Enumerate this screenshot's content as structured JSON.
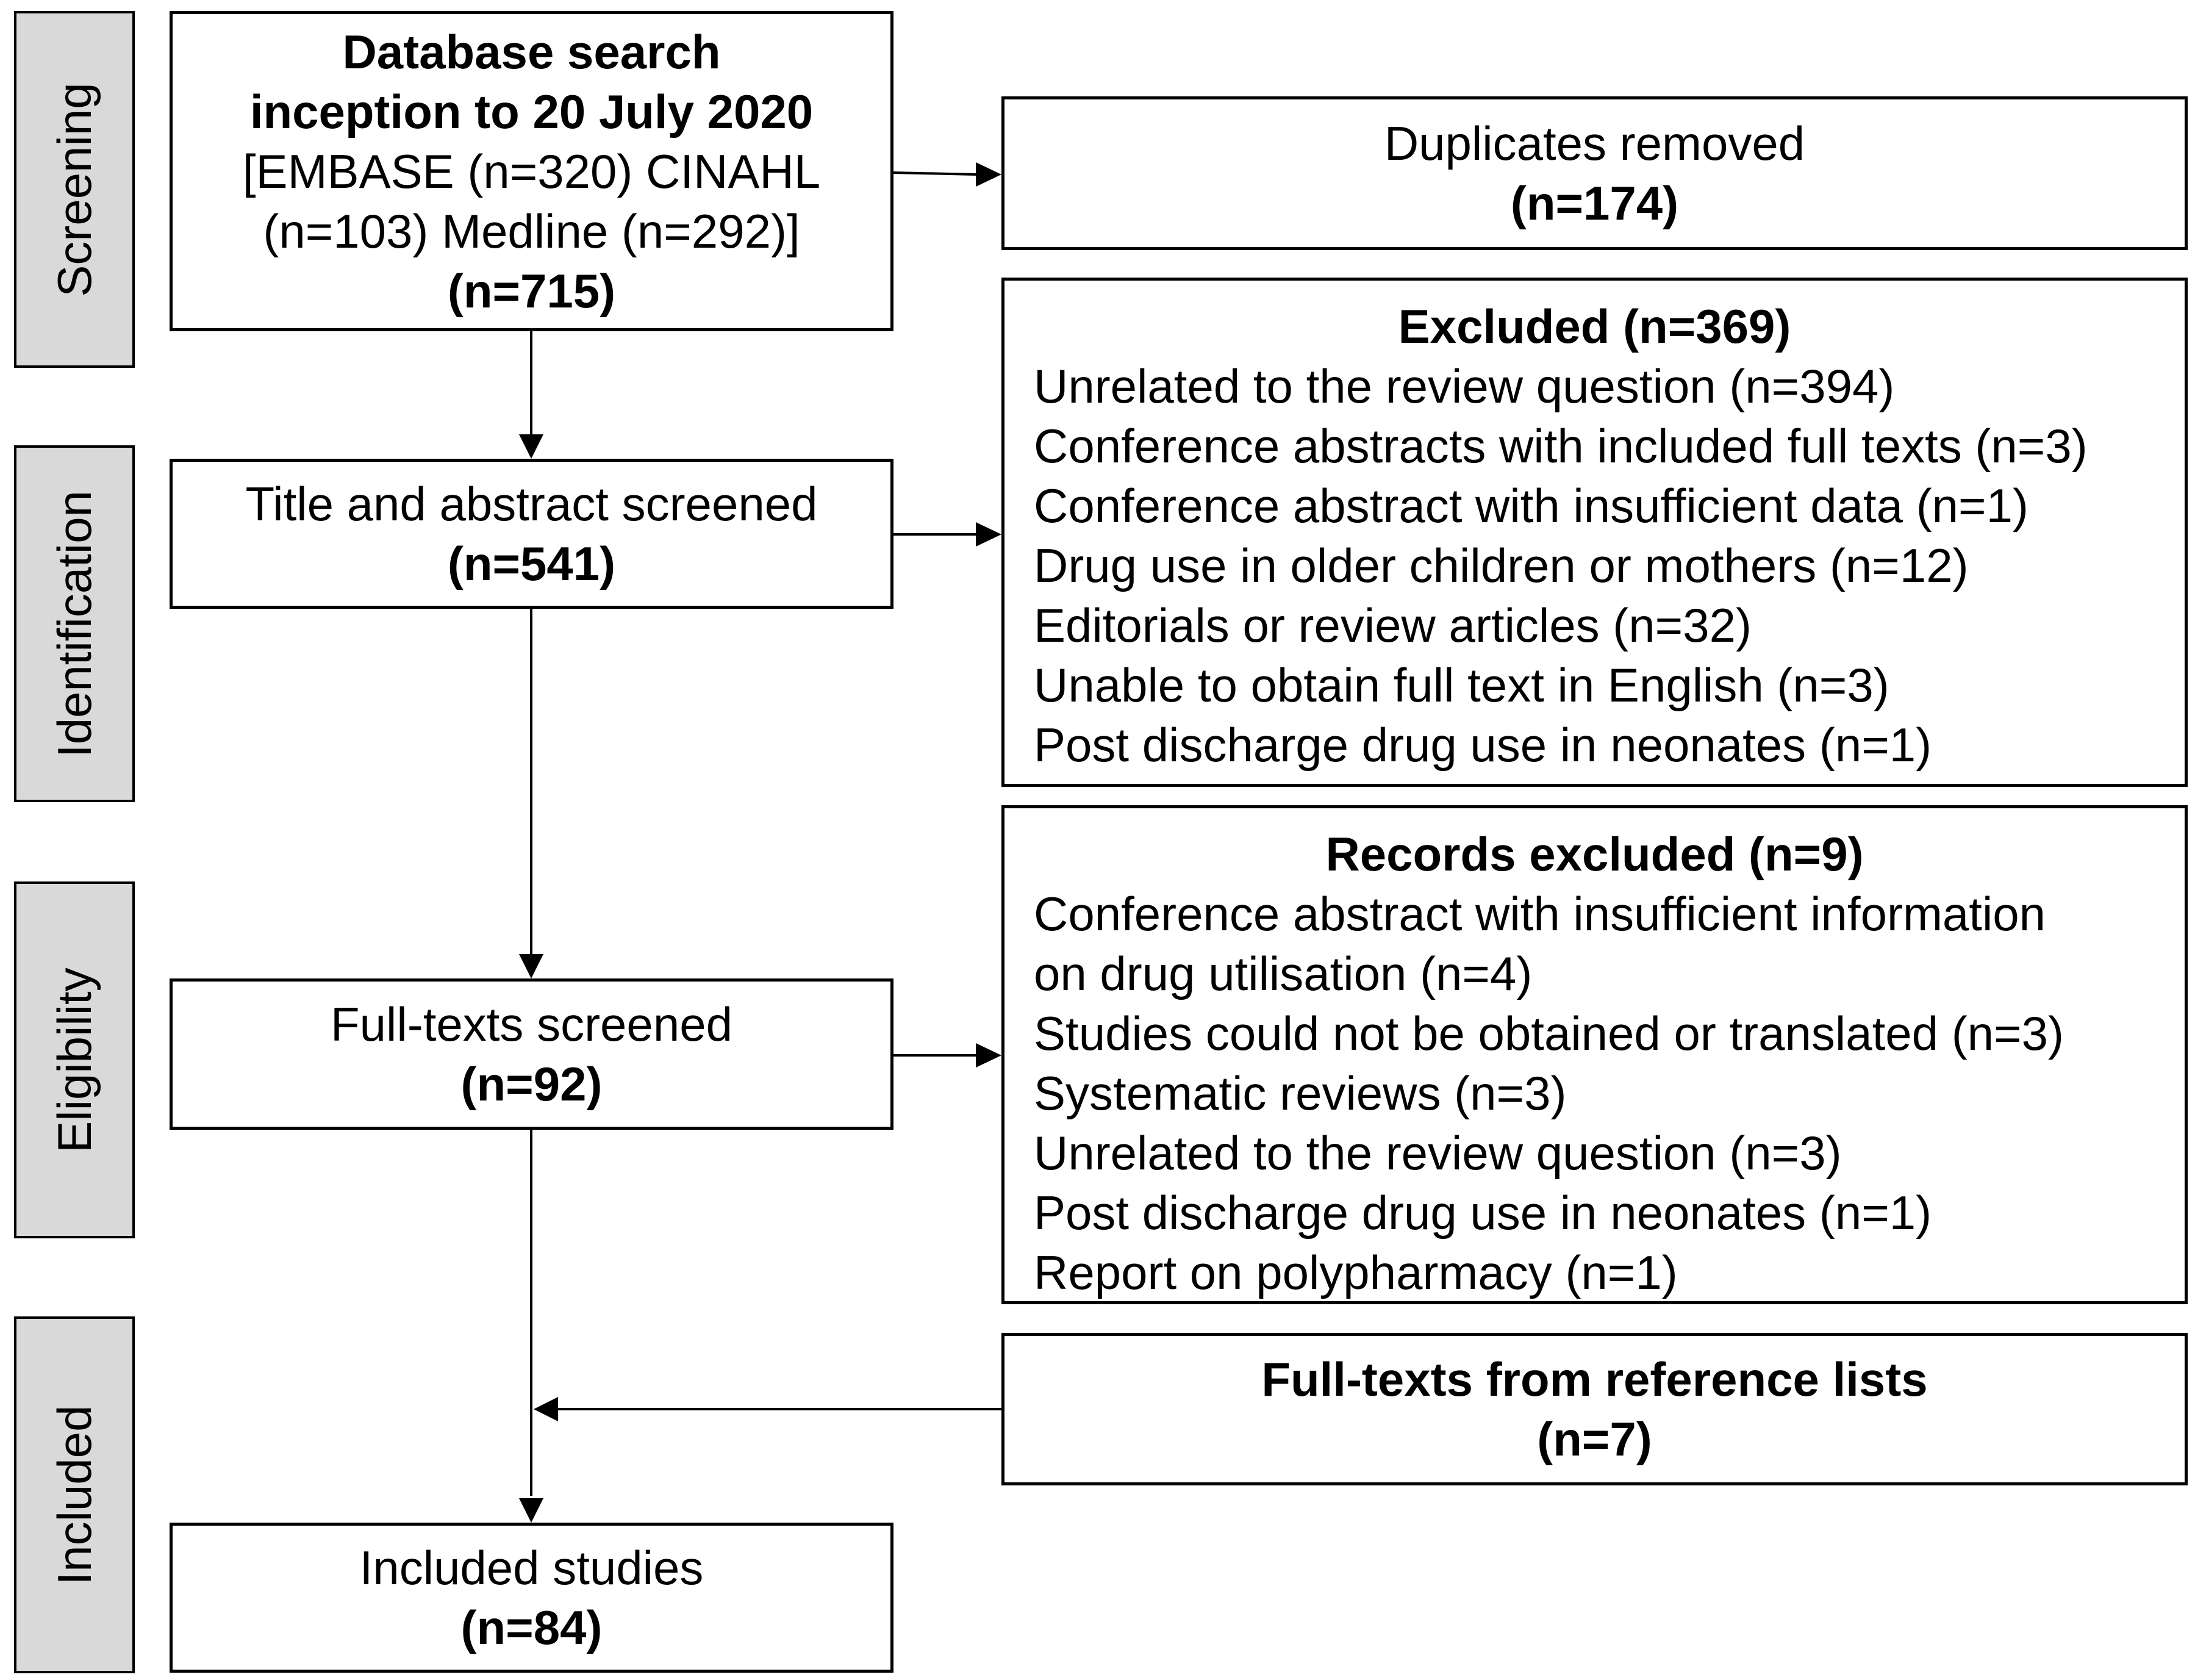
{
  "stages": {
    "screening": "Screening",
    "identification": "Identification",
    "eligibility": "Eligibility",
    "included": "Included"
  },
  "search": {
    "title_line1": "Database search",
    "title_line2": "inception to 20 July 2020",
    "sources_line1": "[EMBASE (n=320)  CINAHL",
    "sources_line2": "(n=103) Medline (n=292)]",
    "count": "(n=715)"
  },
  "duplicates": {
    "label": "Duplicates removed",
    "count": "(n=174)"
  },
  "title_abstract": {
    "label": "Title and abstract screened",
    "count": "(n=541)"
  },
  "excluded_1": {
    "heading": "Excluded (n=369)",
    "items": [
      "Unrelated to the review question (n=394)",
      "Conference abstracts with included full texts (n=3)",
      "Conference abstract with insufficient data (n=1)",
      "Drug use in older children or mothers (n=12)",
      "Editorials or review articles (n=32)",
      "Unable to obtain full text in English (n=3)",
      "Post discharge drug use in neonates (n=1)"
    ]
  },
  "full_texts": {
    "label": "Full-texts screened",
    "count": "(n=92)"
  },
  "excluded_2": {
    "heading": "Records excluded (n=9)",
    "items": [
      "Conference abstract with insufficient  information",
      "on drug utilisation (n=4)",
      "Studies could not be obtained or translated (n=3)",
      "Systematic reviews (n=3)",
      "Unrelated to the review question (n=3)",
      "Post discharge drug use in neonates (n=1)",
      "Report on polypharmacy (n=1)"
    ]
  },
  "reference_lists": {
    "label": "Full-texts from reference lists",
    "count": "(n=7)"
  },
  "included_studies": {
    "label": "Included studies",
    "count": "(n=84)"
  }
}
